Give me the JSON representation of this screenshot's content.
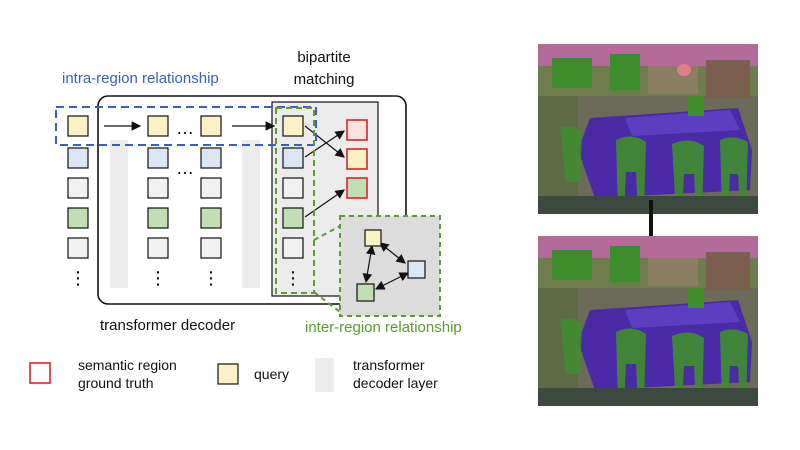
{
  "labels": {
    "intra_region": "intra-region relationship",
    "bipartite_line1": "bipartite",
    "bipartite_line2": "matching",
    "transformer_decoder": "transformer decoder",
    "inter_region": "inter-region relationship",
    "ellipsis": "…",
    "vdots": "⋮"
  },
  "legend": {
    "gt_line1": "semantic region",
    "gt_line2": "ground truth",
    "query": "query",
    "layer_line1": "transformer",
    "layer_line2": "decoder layer"
  },
  "colors": {
    "intra_blue": "#3a5fbf",
    "inter_green": "#5d9a32",
    "query_yellow": "#fbf1c4",
    "query_blue": "#dae6f4",
    "query_gray": "#f1f1f1",
    "query_green": "#c2deb4",
    "gt_red": "#d7262b",
    "layer_gray": "#ececec",
    "seg_purple": "#4a2aa6",
    "seg_green": "#3f8e2e",
    "seg_pink": "#b46a9a"
  }
}
